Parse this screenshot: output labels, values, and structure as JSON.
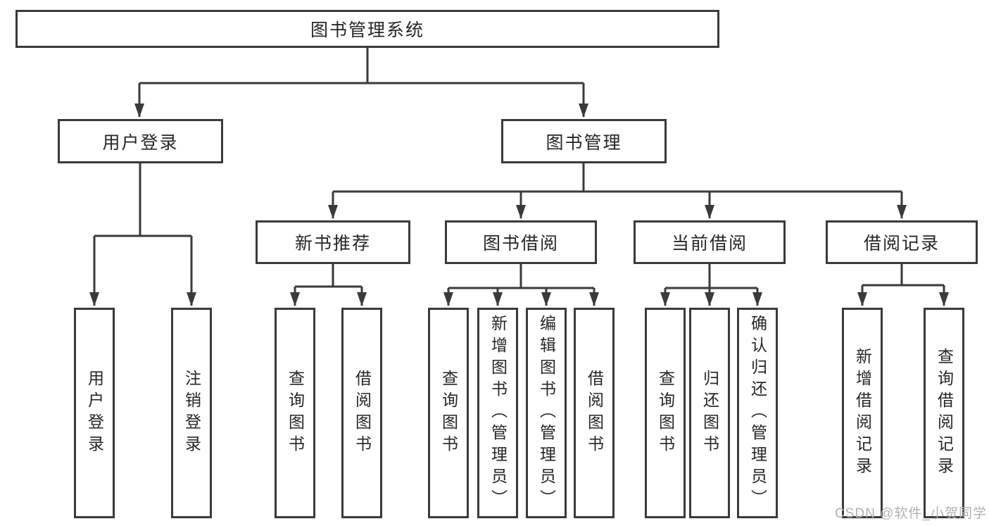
{
  "diagram": {
    "root": {
      "label": "图书管理系统",
      "children": [
        {
          "label": "用户登录",
          "children": [
            {
              "label": "用户登录"
            },
            {
              "label": "注销登录"
            }
          ]
        },
        {
          "label": "图书管理",
          "children": [
            {
              "label": "新书推荐",
              "children": [
                {
                  "label": "查询图书"
                },
                {
                  "label": "借阅图书"
                }
              ]
            },
            {
              "label": "图书借阅",
              "children": [
                {
                  "label": "查询图书"
                },
                {
                  "label": "新增图书（管理员）"
                },
                {
                  "label": "编辑图书（管理员）"
                },
                {
                  "label": "借阅图书"
                }
              ]
            },
            {
              "label": "当前借阅",
              "children": [
                {
                  "label": "查询图书"
                },
                {
                  "label": "归还图书"
                },
                {
                  "label": "确认归还（管理员）"
                }
              ]
            },
            {
              "label": "借阅记录",
              "children": [
                {
                  "label": "新增借阅记录"
                },
                {
                  "label": "查询借阅记录"
                }
              ]
            }
          ]
        }
      ]
    },
    "watermark": "CSDN @软件_小贺同学",
    "colors": {
      "line": "#3a3a3a",
      "text": "#262626",
      "watermark": "#b0b0b0",
      "background": "#ffffff"
    }
  }
}
